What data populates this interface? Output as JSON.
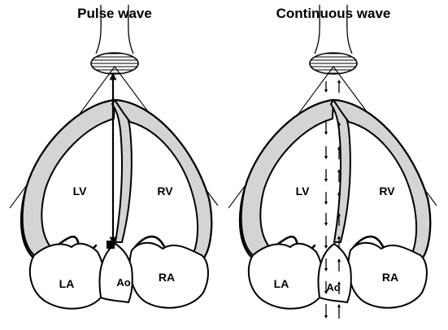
{
  "panels": [
    {
      "title": "Pulse wave",
      "labels": {
        "lv": "LV",
        "rv": "RV",
        "la": "LA",
        "ra": "RA",
        "ao": "Ao"
      }
    },
    {
      "title": "Continuous wave",
      "labels": {
        "lv": "LV",
        "rv": "RV",
        "la": "LA",
        "ra": "RA",
        "ao": "Ao"
      }
    }
  ]
}
